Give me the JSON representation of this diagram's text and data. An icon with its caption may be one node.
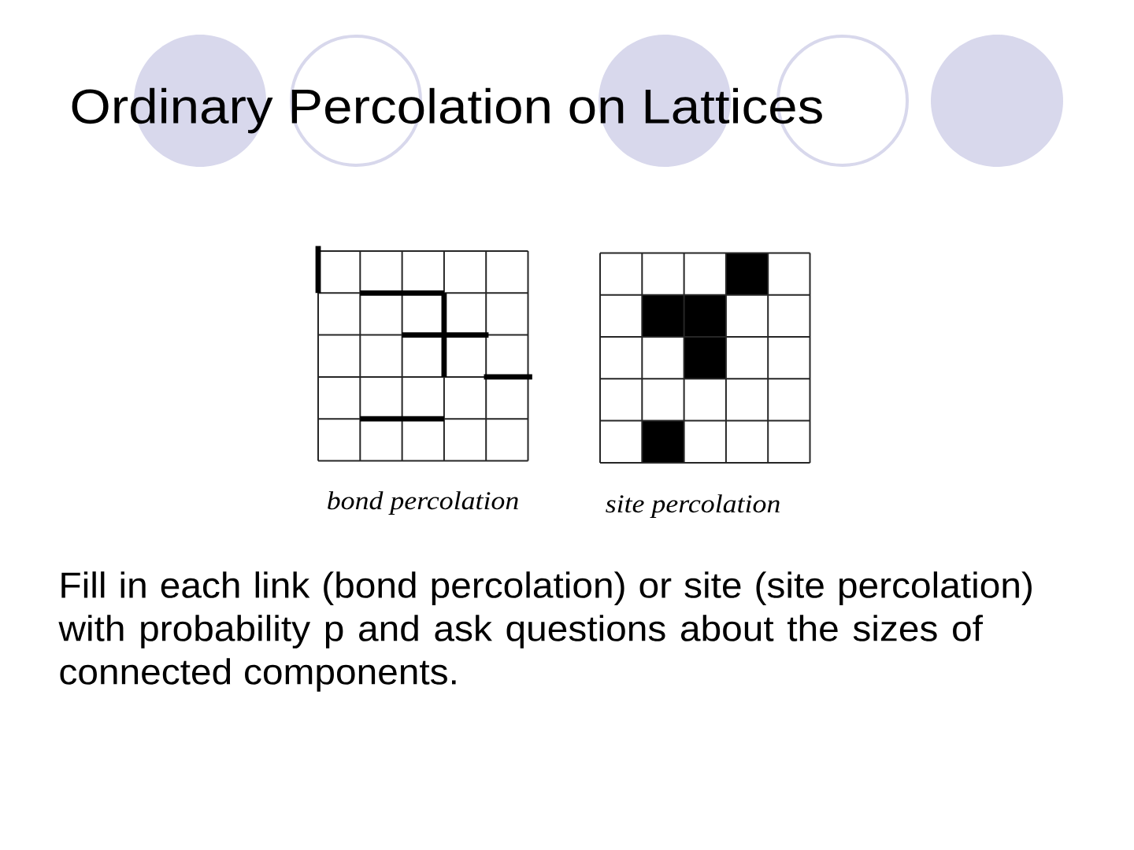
{
  "diagram": {
    "title": "Ordinary Percolation on Lattices",
    "labels": [
      "bond percolation",
      "site percolation",
      "Fill in each link (bond percolation) or site (site percolation) with probability p and ask questions about the sizes of connected components."
    ]
  }
}
